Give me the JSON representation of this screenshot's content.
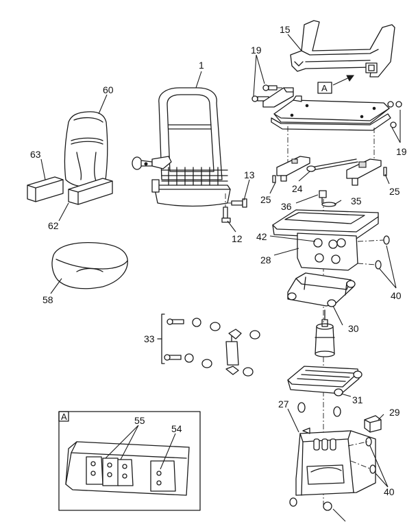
{
  "diagram": {
    "view_marker": "A",
    "detail_label": "A",
    "callouts": {
      "c1": "1",
      "c12": "12",
      "c13": "13",
      "c15": "15",
      "c19a": "19",
      "c19b": "19",
      "c24": "24",
      "c25a": "25",
      "c25b": "25",
      "c27": "27",
      "c28": "28",
      "c29": "29",
      "c30": "30",
      "c31": "31",
      "c33": "33",
      "c35": "35",
      "c36": "36",
      "c40a": "40",
      "c40b": "40",
      "c42": "42",
      "c54": "54",
      "c55": "55",
      "c58": "58",
      "c60": "60",
      "c62": "62",
      "c63": "63"
    }
  }
}
